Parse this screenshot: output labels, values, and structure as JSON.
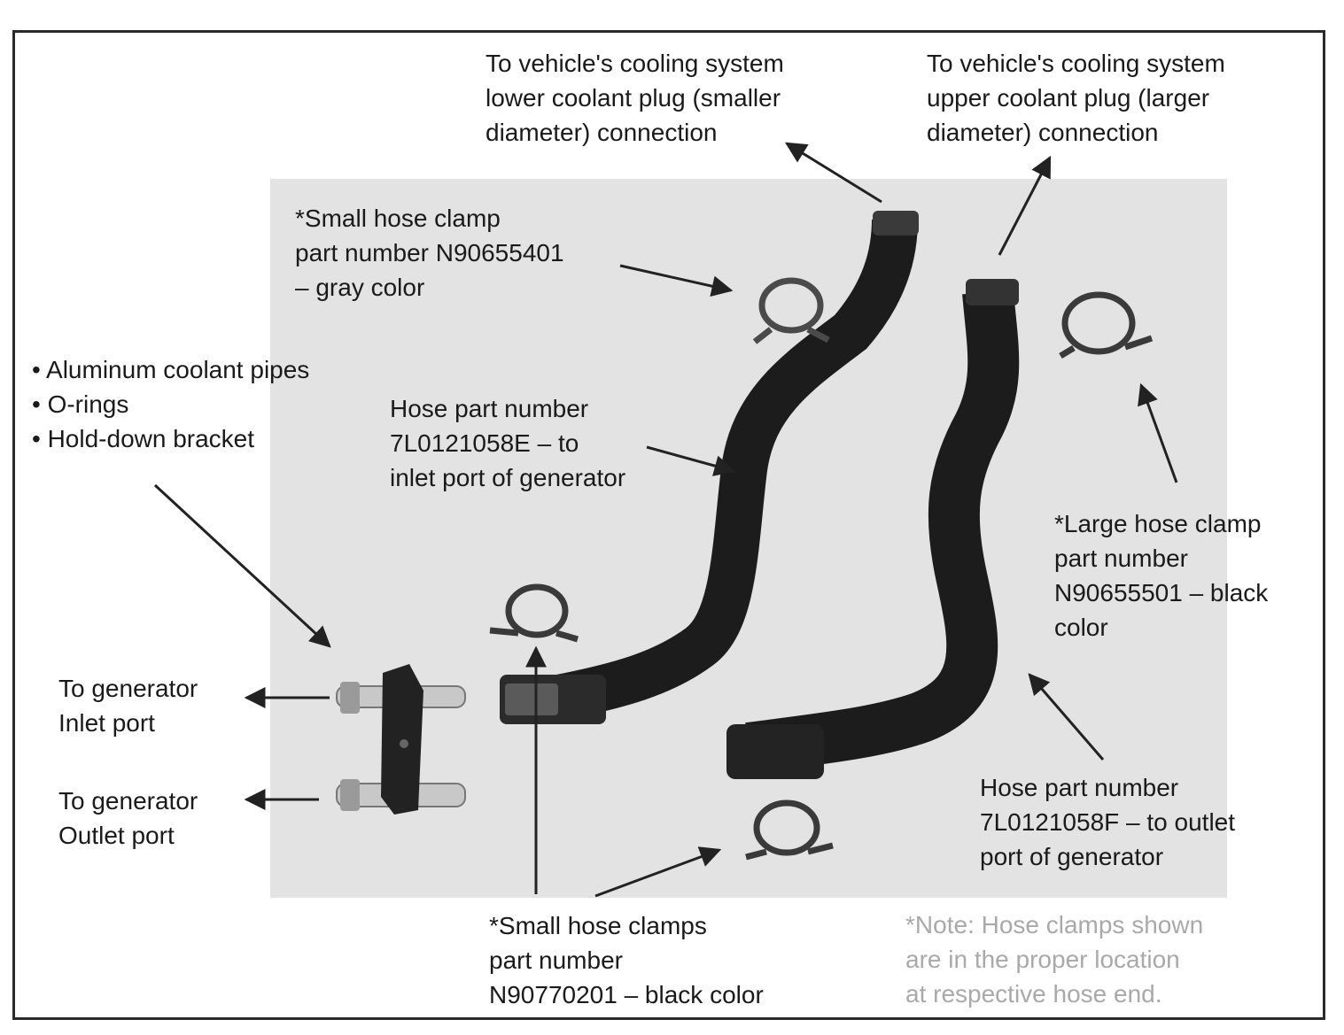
{
  "labels": {
    "lower_plug": [
      "To vehicle's cooling system",
      "lower coolant plug (smaller",
      "diameter) connection"
    ],
    "upper_plug": [
      "To vehicle's cooling system",
      "upper coolant plug (larger",
      "diameter) connection"
    ],
    "small_clamp_gray": [
      "*Small hose clamp",
      "part number N90655401",
      "– gray color"
    ],
    "pipes_list": [
      "• Aluminum coolant pipes",
      "• O-rings",
      "• Hold-down bracket"
    ],
    "hose_inlet": [
      "Hose part number",
      "7L0121058E – to",
      "inlet port of generator"
    ],
    "large_clamp": [
      "*Large hose clamp",
      "part number",
      "N90655501 – black",
      "color"
    ],
    "gen_inlet": [
      "To generator",
      "Inlet port"
    ],
    "gen_outlet": [
      "To generator",
      "Outlet port"
    ],
    "hose_outlet": [
      "Hose part number",
      "7L0121058F – to outlet",
      "port of generator"
    ],
    "small_clamps_black": [
      "*Small hose clamps",
      "part number",
      "N90770201 – black color"
    ],
    "note": [
      "*Note:  Hose clamps shown",
      "are in the proper location",
      "at respective hose end."
    ]
  },
  "colors": {
    "hose": "#1c1c1c",
    "photo_background": "#e3e3e3",
    "note_text": "#a9a9a9",
    "arrow": "#222222"
  },
  "icons": [
    "hose-clamp-icon",
    "aluminum-pipe-icon",
    "hold-down-bracket-icon"
  ]
}
